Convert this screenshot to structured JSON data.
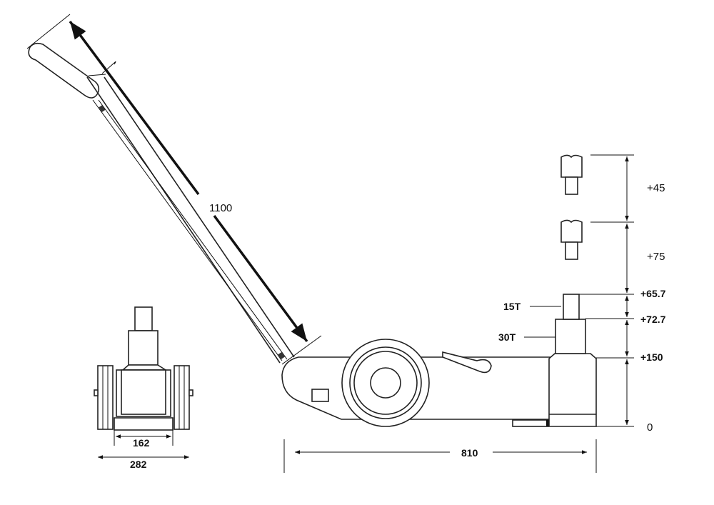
{
  "drawing": {
    "handle_length": "1100",
    "overall_length": "810",
    "side_view_inner_width": "162",
    "side_view_outer_width": "282",
    "height_dimensions": [
      "+45",
      "+75",
      "+65.7",
      "+72.7",
      "+150",
      "0"
    ],
    "ram_labels": [
      "15T",
      "30T"
    ]
  }
}
